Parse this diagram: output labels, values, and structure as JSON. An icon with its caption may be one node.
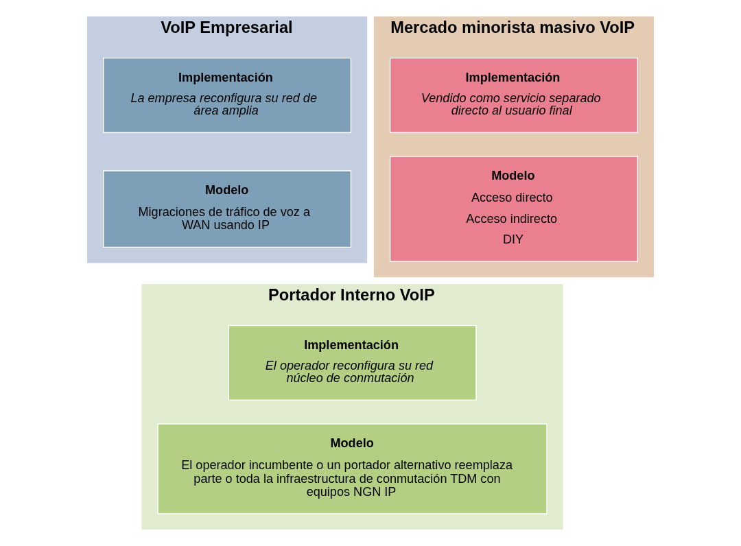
{
  "diagram": {
    "nodes": [
      {
        "text": [
          "VoIP Empresarial"
        ]
      },
      {
        "text": [
          "Implementación",
          "La empresa reconfigura su red de área amplia"
        ],
        "in": 0
      },
      {
        "text": [
          "Modelo",
          "Migraciones de tráfico de voz a WAN usando IP"
        ],
        "in": 0
      },
      {
        "text": [
          "Mercado minorista masivo VoIP"
        ]
      },
      {
        "text": [
          "Implementación",
          "Vendido como servicio separado directo al usuario final"
        ],
        "in": 3
      },
      {
        "text": [
          "Modelo",
          "Acceso directo",
          "Acceso indirecto",
          "DIY"
        ],
        "in": 3
      },
      {
        "text": [
          "Portador Interno VoIP"
        ]
      },
      {
        "text": [
          "Implementación",
          "El operador reconfigura su red núcleo de conmutación"
        ],
        "in": 6
      },
      {
        "text": [
          "Modelo",
          "El operador incumbente o un portador alternativo reemplaza parte o toda la infraestructura de conmutación TDM con equipos NGN IP"
        ],
        "in": 6
      }
    ],
    "edges": []
  }
}
